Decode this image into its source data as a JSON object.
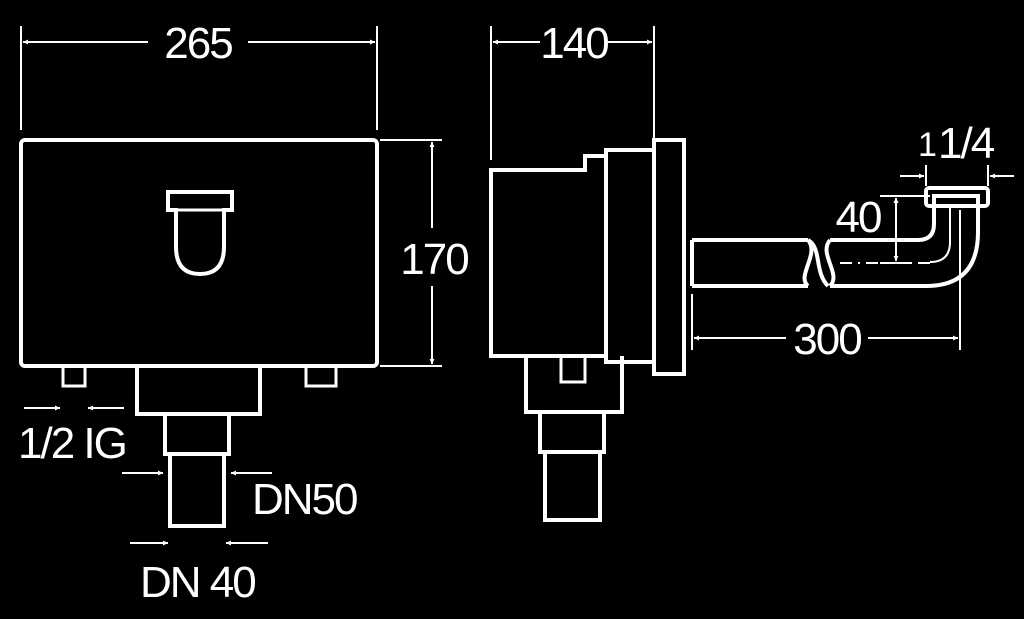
{
  "colors": {
    "background": "#000000",
    "line": "#ffffff"
  },
  "dimensions": {
    "front_width": "265",
    "front_height": "170",
    "side_depth": "140",
    "connection_length": "300",
    "offset_height": "40",
    "pipe_thread_prefix": "1",
    "pipe_thread_fraction": "1/4",
    "water_inlet": "1/2 IG",
    "outer_outlet": "DN50",
    "inner_outlet": "DN 40"
  }
}
